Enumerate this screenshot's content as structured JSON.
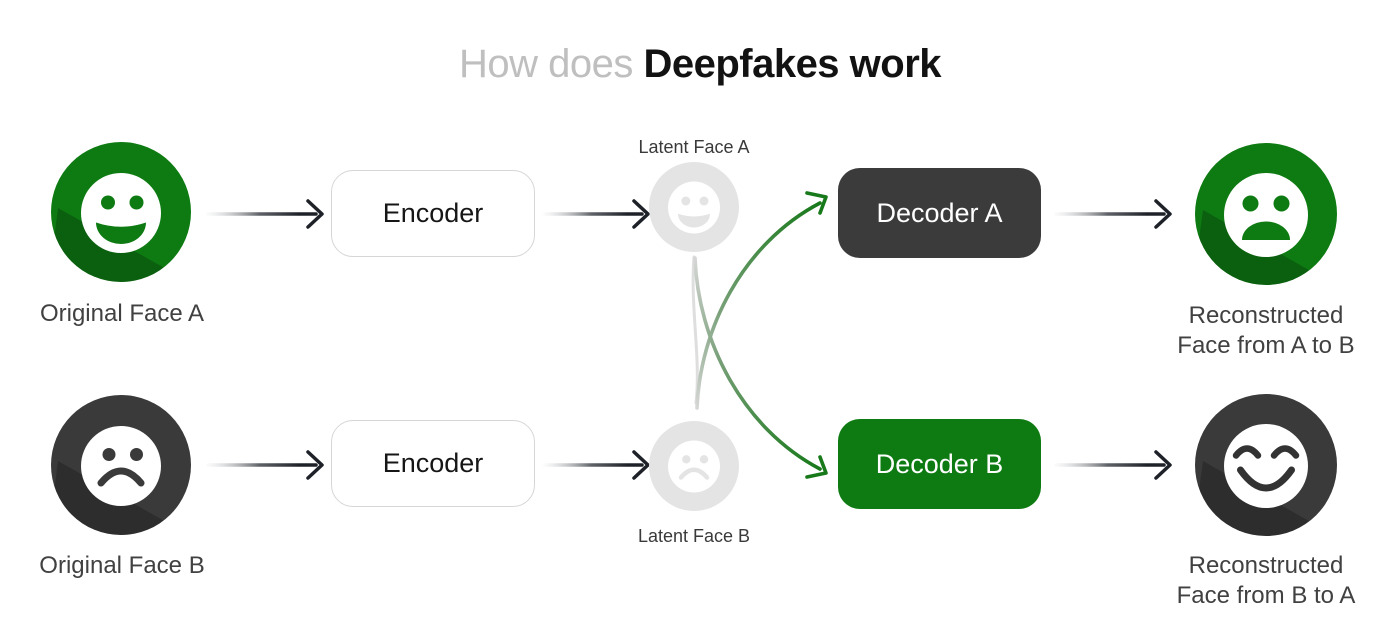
{
  "title": {
    "prefix": "How does ",
    "emphasis": "Deepfakes work"
  },
  "labels": {
    "original_a": "Original Face A",
    "original_b": "Original Face B",
    "encoder_top": "Encoder",
    "encoder_bottom": "Encoder",
    "latent_a": "Latent Face A",
    "latent_b": "Latent Face B",
    "decoder_a": "Decoder A",
    "decoder_b": "Decoder B",
    "recon_ab_line1": "Reconstructed",
    "recon_ab_line2": "Face from A to B",
    "recon_ba_line1": "Reconstructed",
    "recon_ba_line2": "Face from B to A"
  },
  "colors": {
    "brand_green": "#0e7b12",
    "dark_gray": "#3b3b3b",
    "latent_gray": "#e4e4e4",
    "arrow_black": "#1e2228",
    "arrow_green": "#17791a",
    "title_muted": "#bfbfbf",
    "title_strong": "#121212",
    "label_text": "#414141"
  }
}
